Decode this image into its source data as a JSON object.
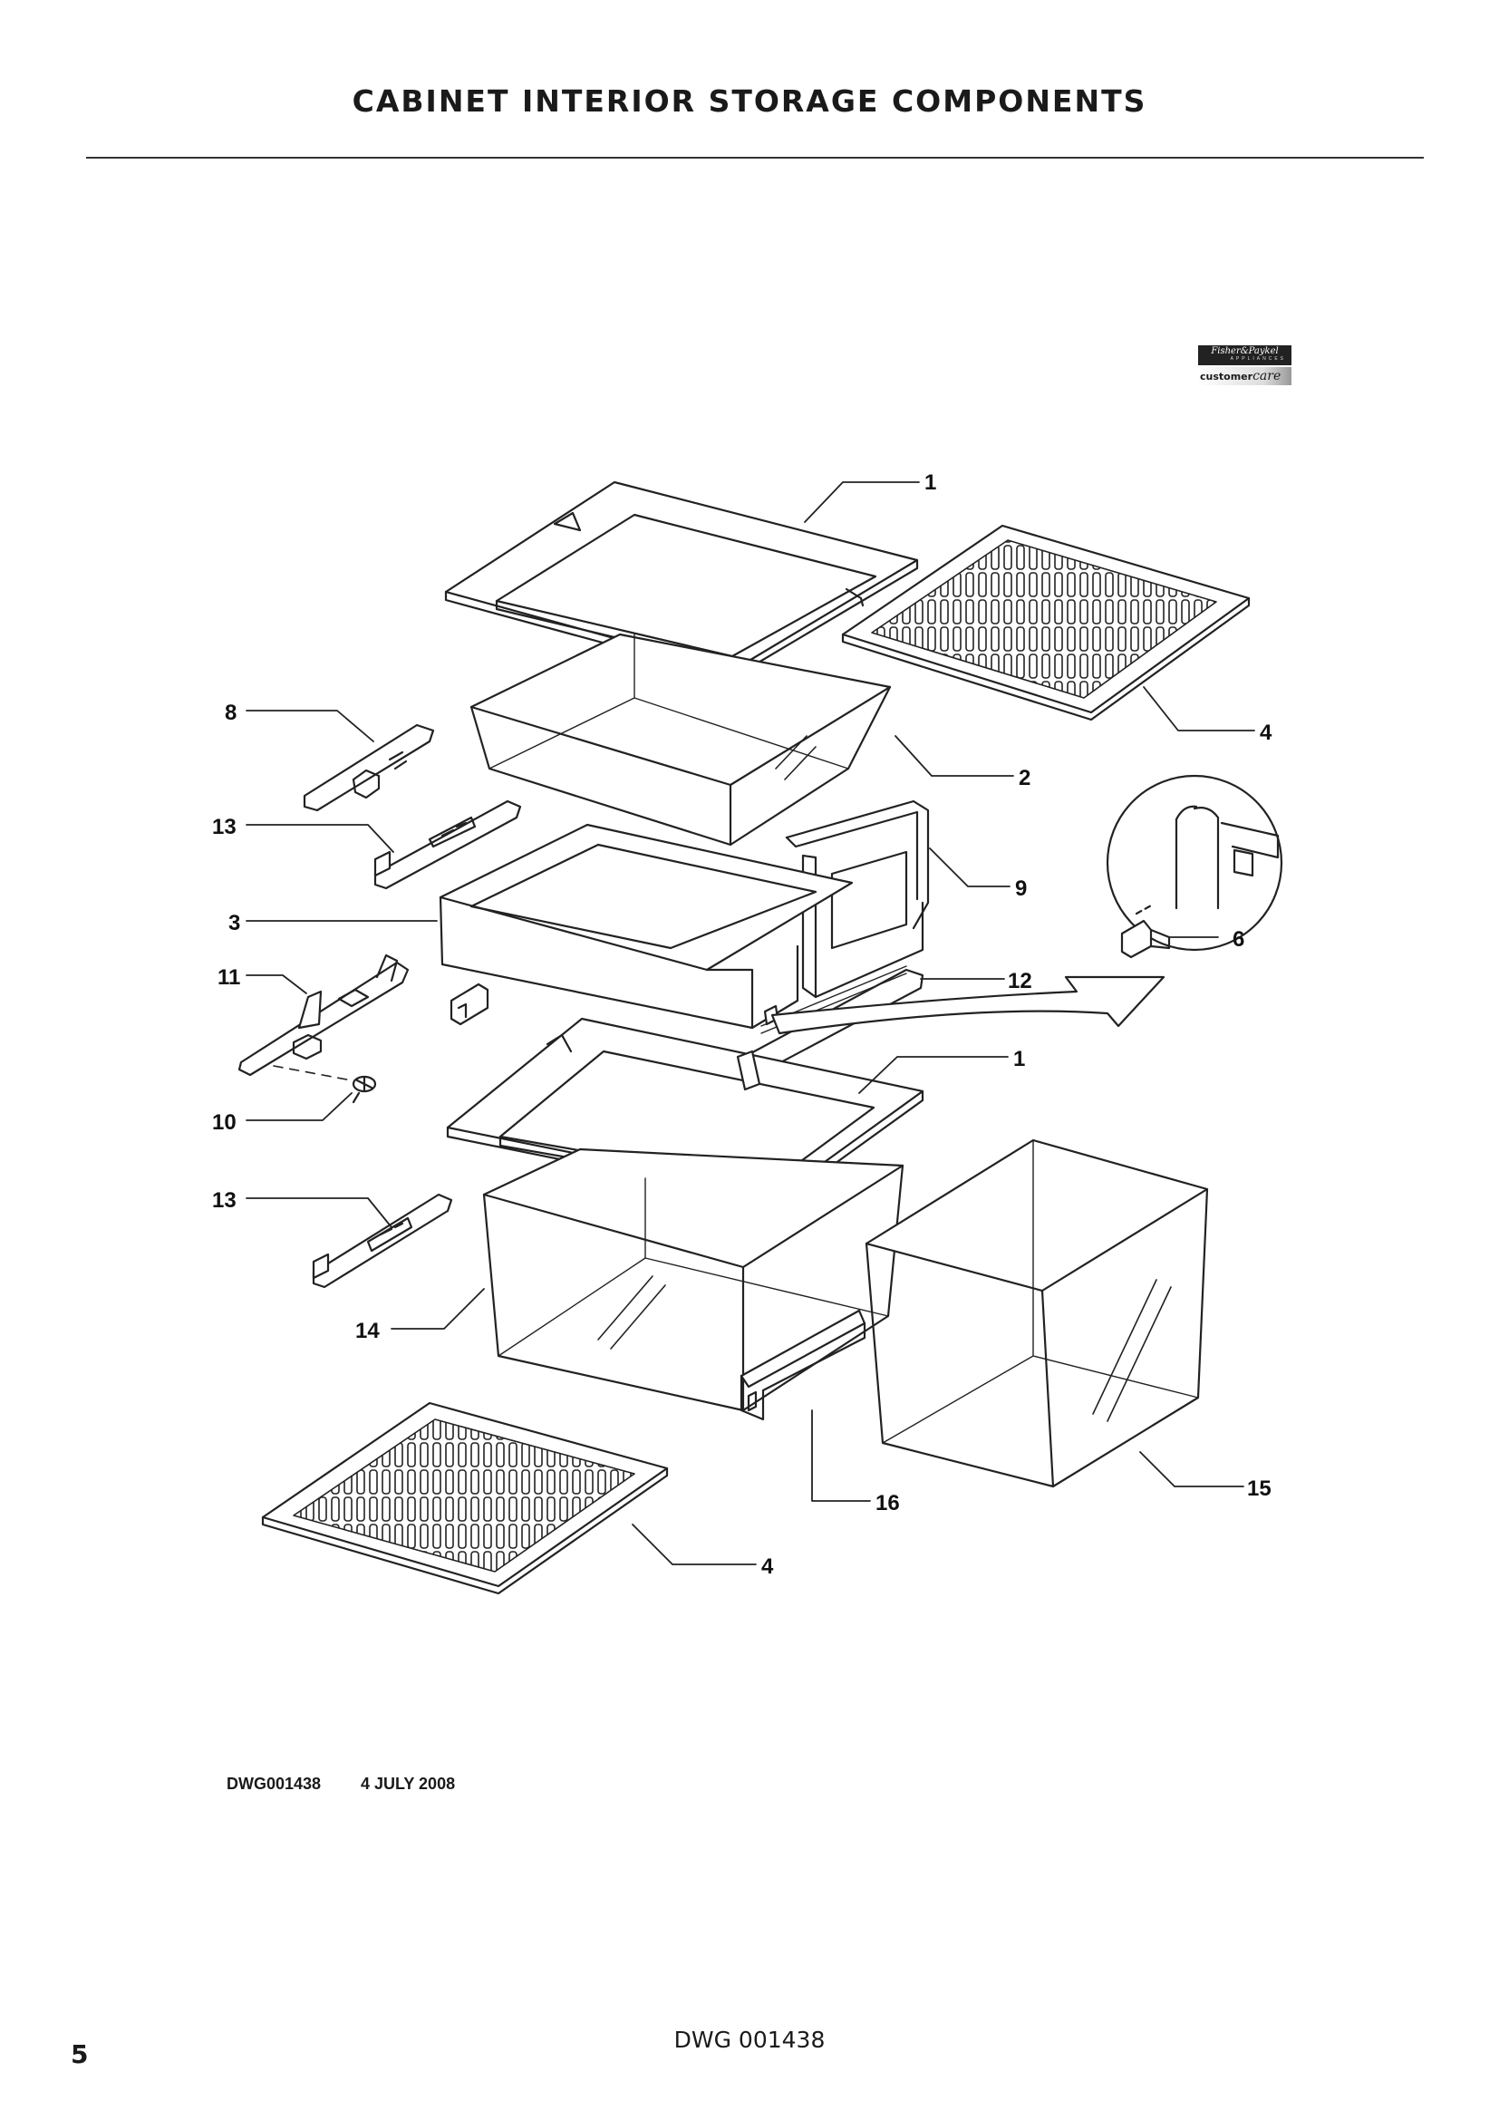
{
  "header": {
    "title": "CABINET INTERIOR STORAGE COMPONENTS"
  },
  "logo": {
    "brand": "Fisher&Paykel",
    "tagline": "APPLIANCES",
    "service": "customer",
    "service_accent": "care"
  },
  "callouts": [
    {
      "id": "c1-top",
      "label": "1"
    },
    {
      "id": "c4-top",
      "label": "4"
    },
    {
      "id": "c2",
      "label": "2"
    },
    {
      "id": "c8",
      "label": "8"
    },
    {
      "id": "c13-top",
      "label": "13"
    },
    {
      "id": "c9",
      "label": "9"
    },
    {
      "id": "c3",
      "label": "3"
    },
    {
      "id": "c6",
      "label": "6"
    },
    {
      "id": "c11",
      "label": "11"
    },
    {
      "id": "c12",
      "label": "12"
    },
    {
      "id": "c1-mid",
      "label": "1"
    },
    {
      "id": "c10",
      "label": "10"
    },
    {
      "id": "c13-bot",
      "label": "13"
    },
    {
      "id": "c14",
      "label": "14"
    },
    {
      "id": "c15",
      "label": "15"
    },
    {
      "id": "c16",
      "label": "16"
    },
    {
      "id": "c4-bot",
      "label": "4"
    }
  ],
  "drawing": {
    "reference": "DWG001438",
    "date": "4 JULY 2008"
  },
  "footer": {
    "code": "DWG 001438",
    "page_number": "5"
  }
}
